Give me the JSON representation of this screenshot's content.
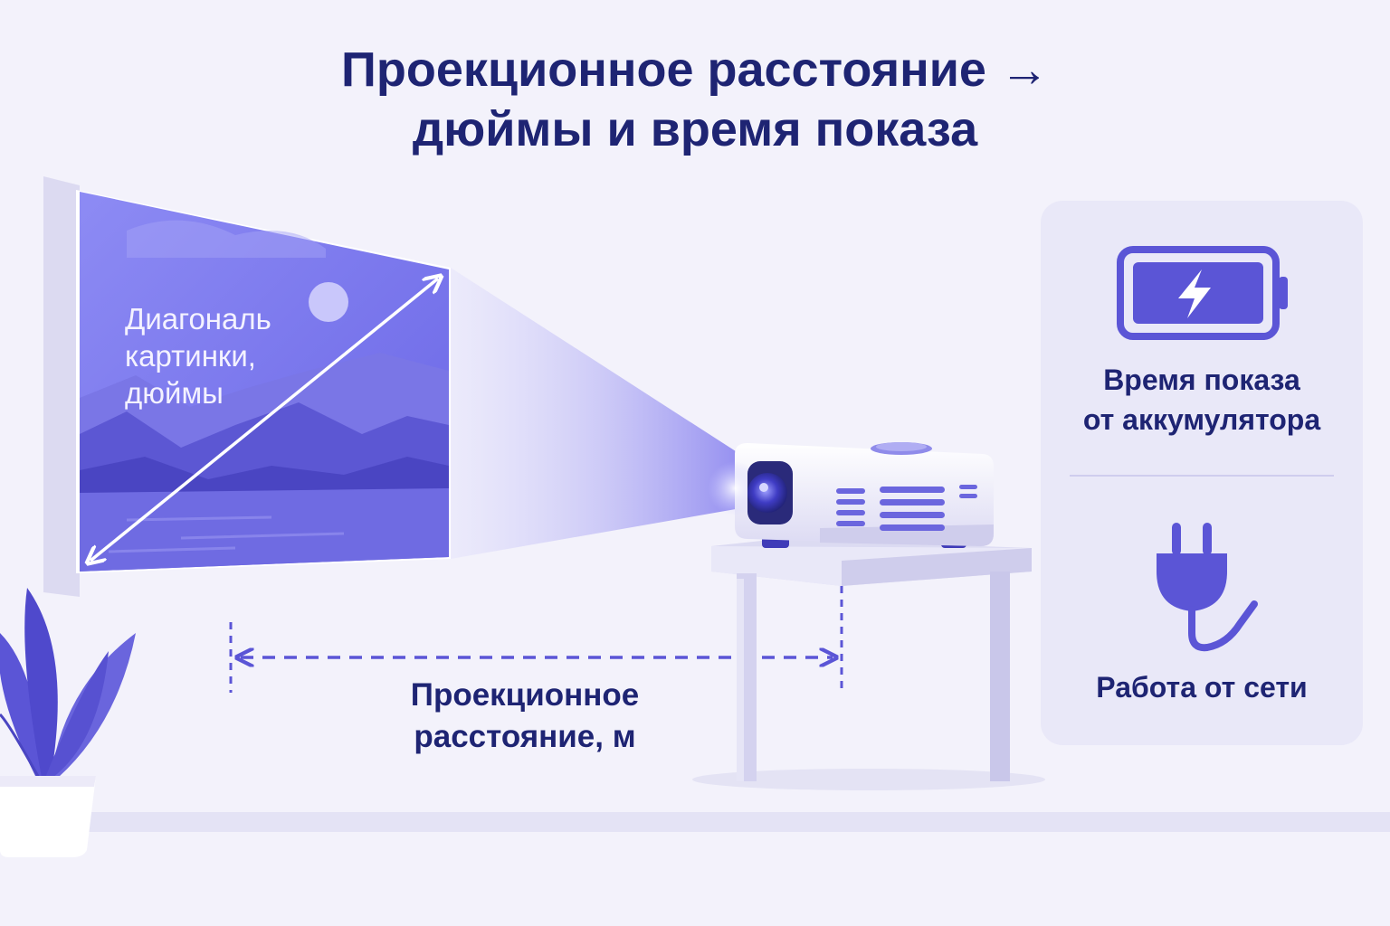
{
  "title": {
    "line1": "Проекционное расстояние →",
    "line2": "дюймы и время показа"
  },
  "screen": {
    "label_line1": "Диагональ",
    "label_line2": "картинки,",
    "label_line3": "дюймы"
  },
  "distance": {
    "label_line1": "Проекционное",
    "label_line2": "расстояние, м"
  },
  "power_panel": {
    "battery": {
      "icon": "battery-charging-icon",
      "label_line1": "Время показа",
      "label_line2": "от аккумулятора"
    },
    "mains": {
      "icon": "power-plug-icon",
      "label": "Работа от сети"
    }
  },
  "colors": {
    "accent": "#5b55d6",
    "title": "#1e2473",
    "background": "#f3f2fb",
    "panel": "#e9e8f8"
  }
}
